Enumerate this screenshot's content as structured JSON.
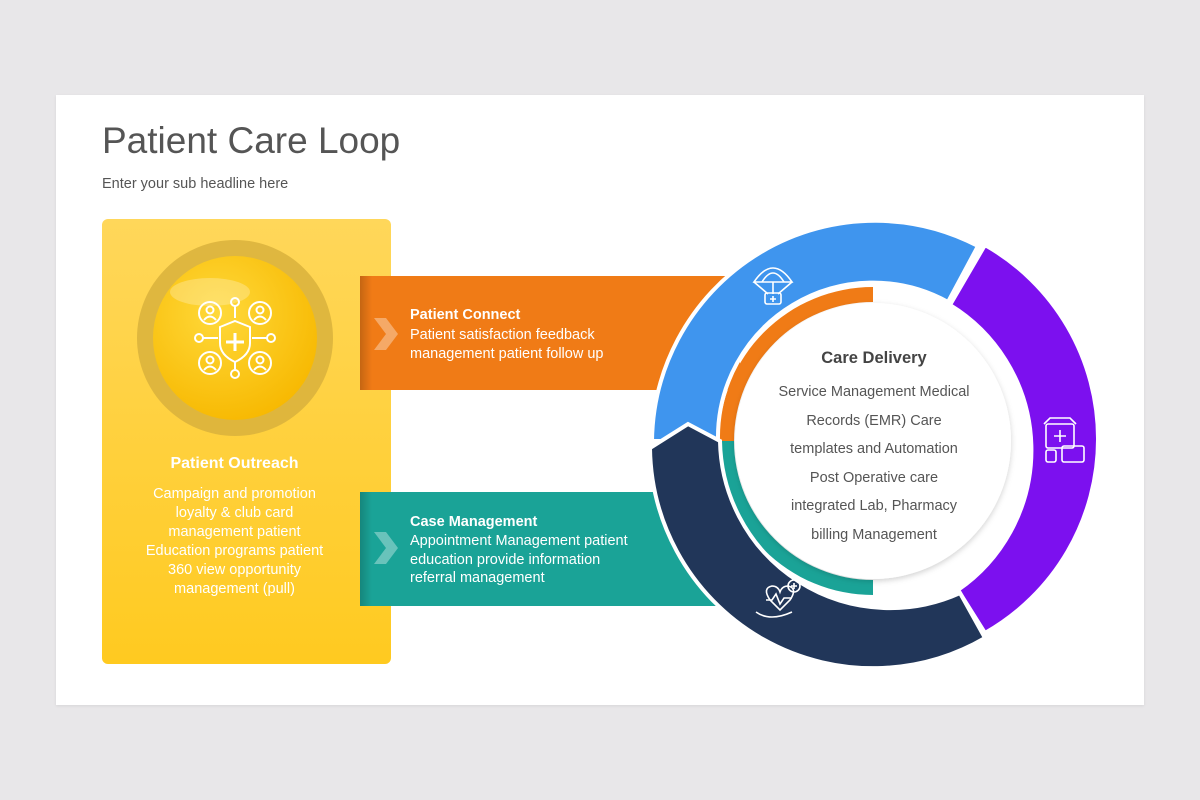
{
  "slide": {
    "title": "Patient Care Loop",
    "subtitle": "Enter your sub headline here"
  },
  "outreach": {
    "title": "Patient Outreach",
    "lines": [
      "Campaign and promotion",
      "loyalty & club card",
      "management patient",
      "Education programs patient",
      "360 view opportunity",
      "management (pull)"
    ],
    "icon": "people-shield-network-icon",
    "color": "#ffc619"
  },
  "connect": {
    "title": "Patient Connect",
    "lines": [
      "Patient satisfaction feedback",
      "management patient follow up"
    ],
    "color": "#f07b16"
  },
  "case": {
    "title": "Case Management",
    "lines": [
      "Appointment Management patient",
      "education provide information",
      "referral management"
    ],
    "color": "#1aa397"
  },
  "care": {
    "title": "Care Delivery",
    "lines": [
      "Service Management Medical",
      "Records (EMR) Care",
      "templates and Automation",
      "Post Operative care",
      "integrated Lab, Pharmacy",
      "billing Management"
    ]
  },
  "ring": {
    "segments": [
      {
        "name": "blue",
        "color": "#3f95ee",
        "icon": "parachute-medical-icon"
      },
      {
        "name": "purple",
        "color": "#7c10ef",
        "icon": "medical-supplies-icon"
      },
      {
        "name": "navy",
        "color": "#213659",
        "icon": "hand-heart-icon"
      }
    ]
  }
}
